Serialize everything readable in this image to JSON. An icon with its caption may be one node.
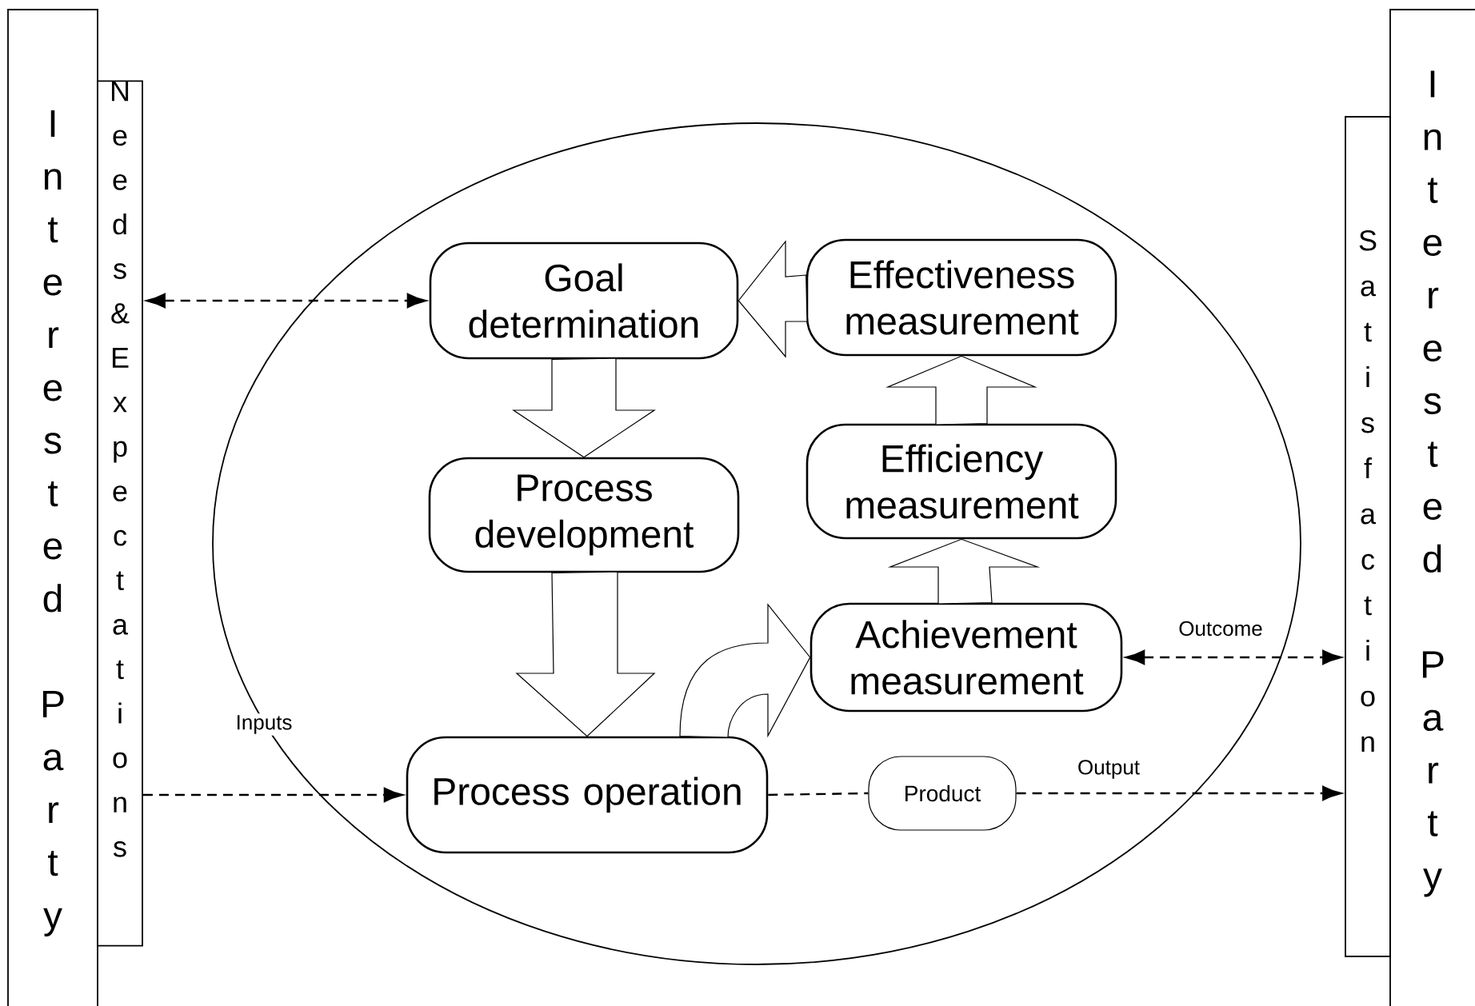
{
  "diagram": {
    "nodes": [
      {
        "text": [
          "Interested Party"
        ]
      },
      {
        "text": [
          "Needs&Expectations"
        ]
      },
      {
        "text": [],
        "shape": "ellipse"
      },
      {
        "text": [
          "Goal determination"
        ],
        "in": 2
      },
      {
        "text": [
          "Effectiveness measurement"
        ],
        "in": 2
      },
      {
        "text": [
          "Process development"
        ],
        "in": 2
      },
      {
        "text": [
          "Efficiency measurement"
        ],
        "in": 2
      },
      {
        "text": [
          "Achievement measurement"
        ],
        "in": 2
      },
      {
        "text": [
          "Process operation"
        ],
        "in": 2
      },
      {
        "text": [
          "Product"
        ],
        "in": 2
      },
      {
        "text": [
          "Satisfaction"
        ]
      },
      {
        "text": [
          "Interested Party"
        ]
      }
    ],
    "edges": [
      {
        "from": 1,
        "to": 3,
        "arrow": "both",
        "style": "dashed"
      },
      {
        "from": 4,
        "to": 3,
        "arrow": "to"
      },
      {
        "from": 3,
        "to": 5,
        "arrow": "to"
      },
      {
        "from": 5,
        "to": 8,
        "arrow": "to"
      },
      {
        "from": 8,
        "to": 7,
        "arrow": "to"
      },
      {
        "from": 7,
        "to": 6,
        "arrow": "to"
      },
      {
        "from": 6,
        "to": 4,
        "arrow": "to"
      },
      {
        "from": 1,
        "to": 8,
        "arrow": "to",
        "style": "dashed",
        "label": "Inputs"
      },
      {
        "from": 8,
        "to": 9,
        "arrow": "none",
        "style": "dashed"
      },
      {
        "from": 9,
        "to": 10,
        "arrow": "to",
        "style": "dashed",
        "label": "Output"
      },
      {
        "from": 7,
        "to": 10,
        "arrow": "both",
        "style": "dashed",
        "label": "Outcome"
      }
    ]
  }
}
